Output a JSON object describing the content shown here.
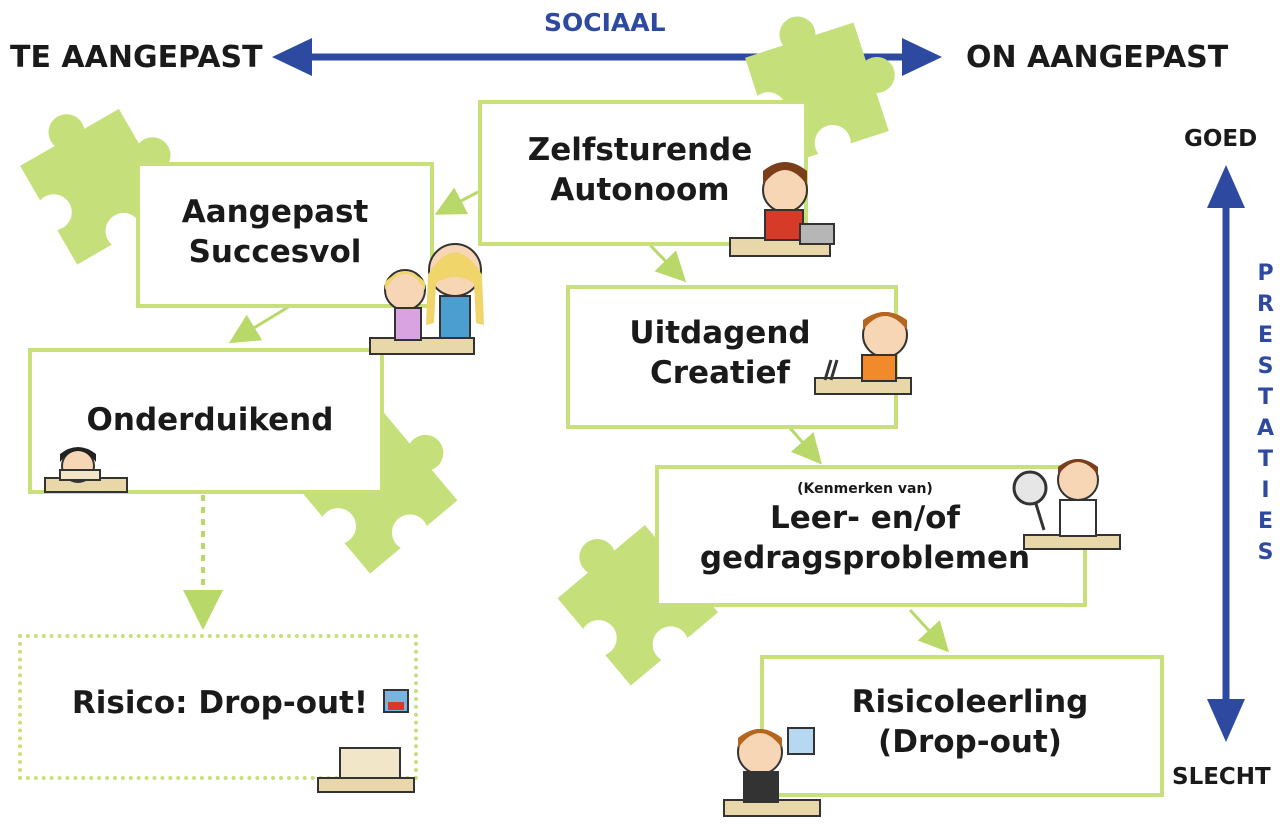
{
  "axis": {
    "horizontal_label": "SOCIAAL",
    "left_end": "TE AANGEPAST",
    "right_end": "ON AANGEPAST",
    "vertical_letters": [
      "P",
      "R",
      "E",
      "S",
      "T",
      "A",
      "T",
      "I",
      "E",
      "S"
    ],
    "top_end": "GOED",
    "bottom_end": "SLECHT"
  },
  "boxes": {
    "zelfsturend": {
      "line1": "Zelfsturende",
      "line2": "Autonoom"
    },
    "aangepast": {
      "line1": "Aangepast",
      "line2": "Succesvol"
    },
    "uitdagend": {
      "line1": "Uitdagend",
      "line2": "Creatief"
    },
    "onderduikend": {
      "line1": "Onderduikend"
    },
    "leer": {
      "note": "(Kenmerken van)",
      "line1": "Leer- en/of",
      "line2": "gedragsproblemen"
    },
    "risico": {
      "line1": "Risico: Drop-out!"
    },
    "risicoleerling": {
      "line1": "Risicoleerling",
      "line2": "(Drop-out)"
    }
  },
  "colors": {
    "accent_blue": "#2e4aa0",
    "box_border": "#c8e07a",
    "puzzle_green": "#c5e07a",
    "connector_green": "#b9d86a"
  }
}
